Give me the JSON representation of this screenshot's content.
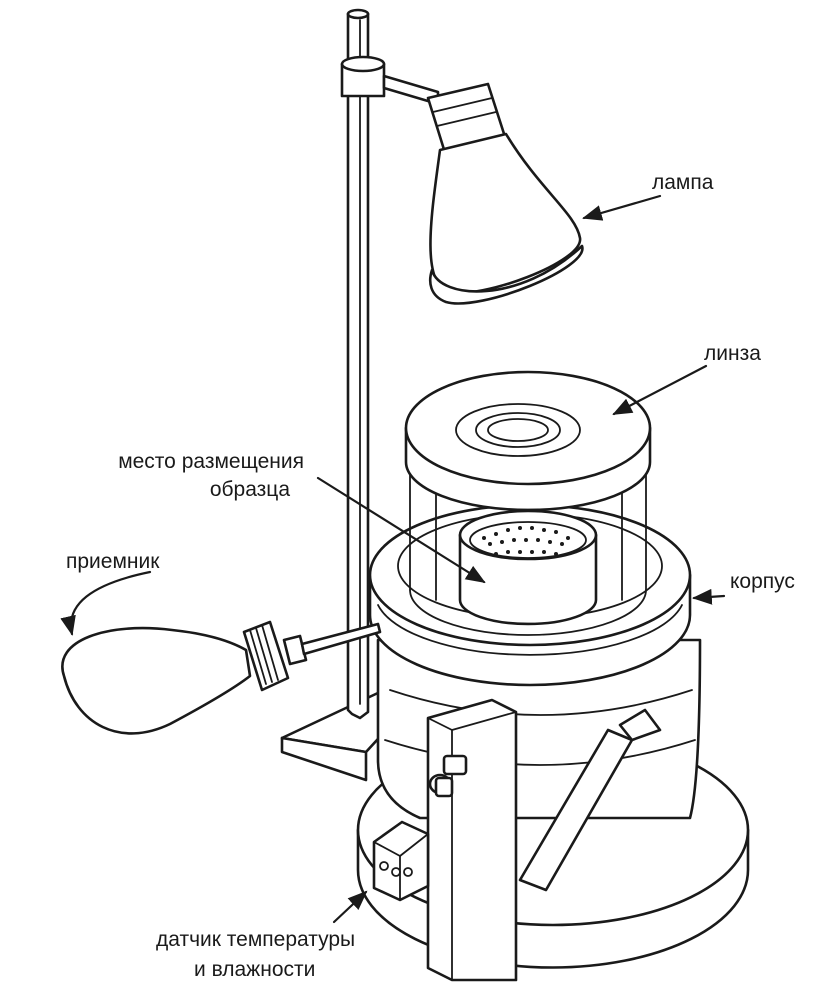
{
  "labels": {
    "lamp": "лампа",
    "lens": "линза",
    "sample_place_line1": "место размещения",
    "sample_place_line2": "образца",
    "receiver": "приемник",
    "housing": "корпус",
    "sensor_line1": "датчик температуры",
    "sensor_line2": "и влажности"
  }
}
